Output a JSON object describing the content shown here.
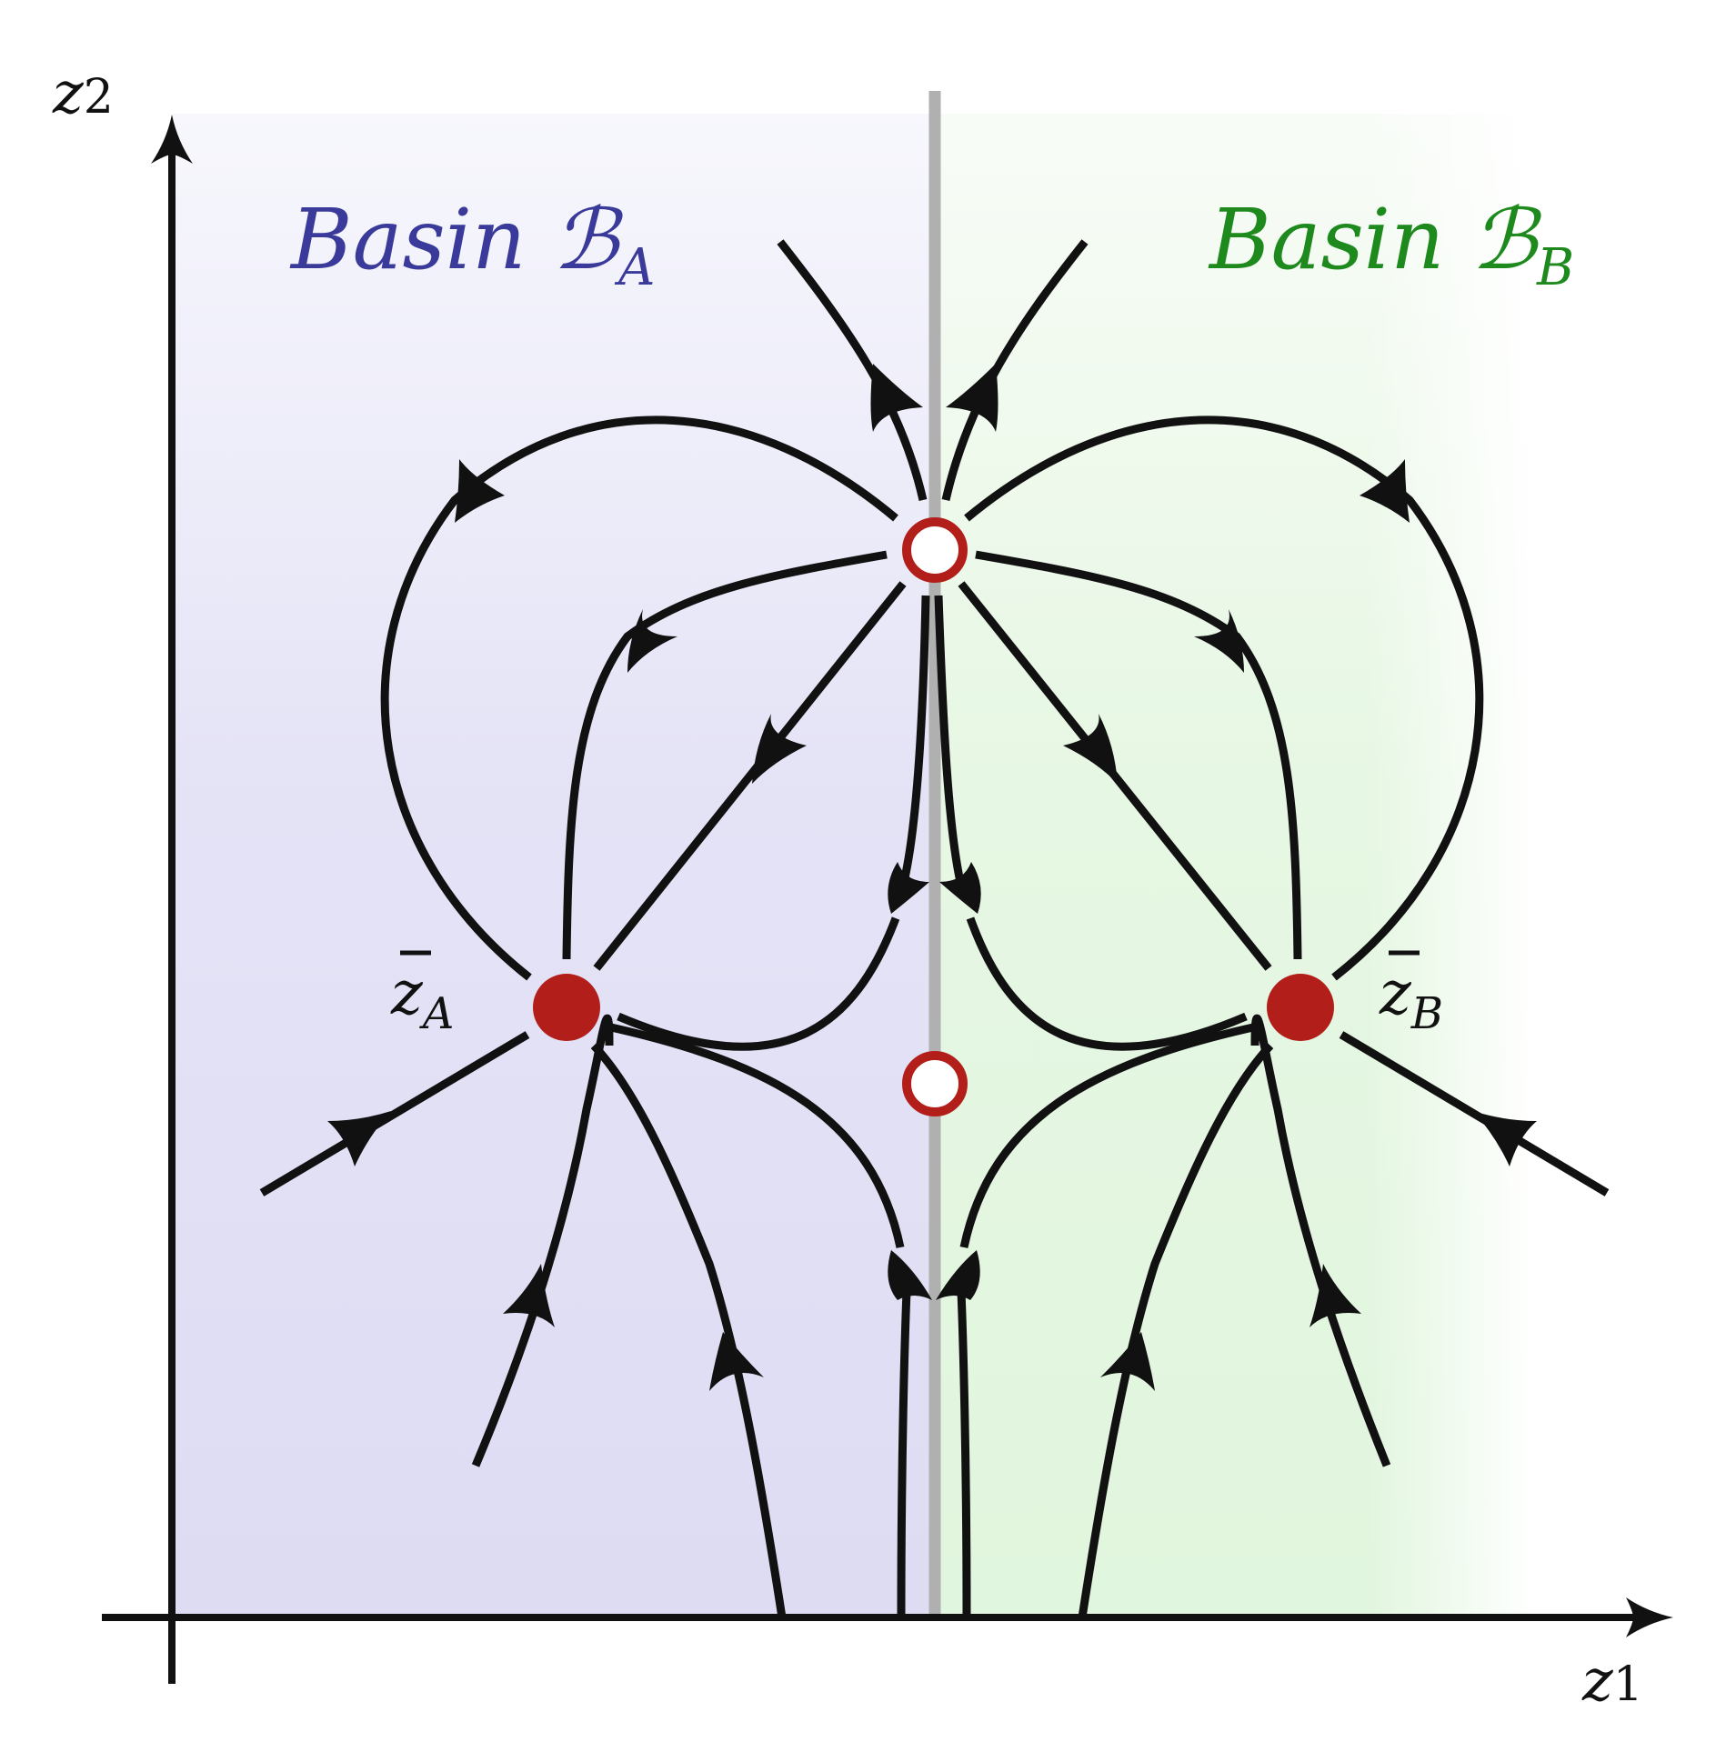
{
  "axes": {
    "x_label": "z",
    "x_sub": "1",
    "y_label": "z",
    "y_sub": "2"
  },
  "basins": [
    {
      "word": "Basin",
      "symbol": "ℬ",
      "sub": "A",
      "color": "#3a3a9a"
    },
    {
      "word": "Basin",
      "symbol": "ℬ",
      "sub": "B",
      "color": "#1e8a1e"
    }
  ],
  "fixed_points": [
    {
      "label": "z",
      "sub": "A",
      "type": "stable"
    },
    {
      "label": "z",
      "sub": "B",
      "type": "stable"
    },
    {
      "type": "unstable"
    },
    {
      "type": "saddle"
    }
  ],
  "colors": {
    "basin_a_fill": "#e1e0f4",
    "basin_b_fill": "#e2f6e0",
    "separatrix": "#b0b0b0",
    "stable_point": "#b21f1a",
    "unstable_ring": "#b21f1a",
    "trajectory": "#111111"
  }
}
